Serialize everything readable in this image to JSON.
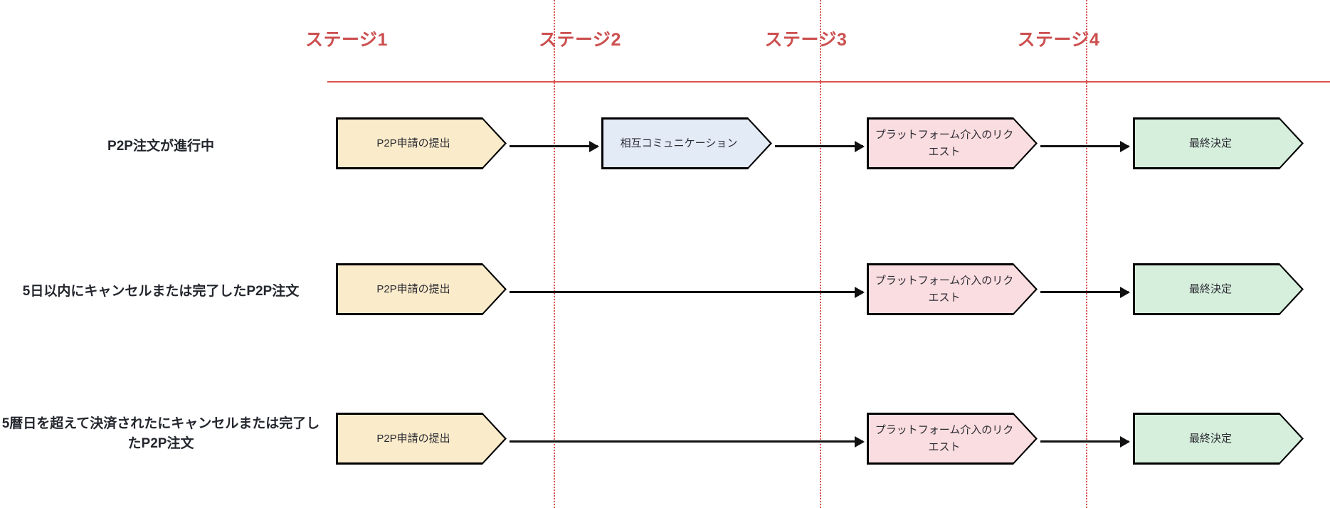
{
  "diagram": {
    "stages": [
      {
        "label": "ステージ1"
      },
      {
        "label": "ステージ2"
      },
      {
        "label": "ステージ3"
      },
      {
        "label": "ステージ4"
      }
    ],
    "rows": [
      {
        "label": "P2P注文が進行中",
        "steps": [
          {
            "text": "P2P申請の提出",
            "color": "#faebca"
          },
          {
            "text": "相互コミュニケーション",
            "color": "#e3ebf7"
          },
          {
            "text": "プラットフォーム介入のリクエスト",
            "color": "#fadde0"
          },
          {
            "text": "最終決定",
            "color": "#d6efdc"
          }
        ]
      },
      {
        "label": "5日以内にキャンセルまたは完了したP2P注文",
        "steps": [
          {
            "text": "P2P申請の提出",
            "color": "#faebca"
          },
          {
            "text": "プラットフォーム介入のリクエスト",
            "color": "#fadde0"
          },
          {
            "text": "最終決定",
            "color": "#d6efdc"
          }
        ]
      },
      {
        "label": "5暦日を超えて決済されたにキャンセルまたは完了したP2P注文",
        "steps": [
          {
            "text": "P2P申請の提出",
            "color": "#faebca"
          },
          {
            "text": "プラットフォーム介入のリクエスト",
            "color": "#fadde0"
          },
          {
            "text": "最終決定",
            "color": "#d6efdc"
          }
        ]
      }
    ],
    "colors": {
      "accent": "#d9534f",
      "header_text": "#cc4f4f",
      "label_text": "#23262d",
      "shape_outline": "#000000",
      "connector": "#111111",
      "stage1_fill": "#faebca",
      "stage2_fill": "#e3ebf7",
      "stage3_fill": "#fadde0",
      "stage4_fill": "#d6efdc"
    }
  }
}
